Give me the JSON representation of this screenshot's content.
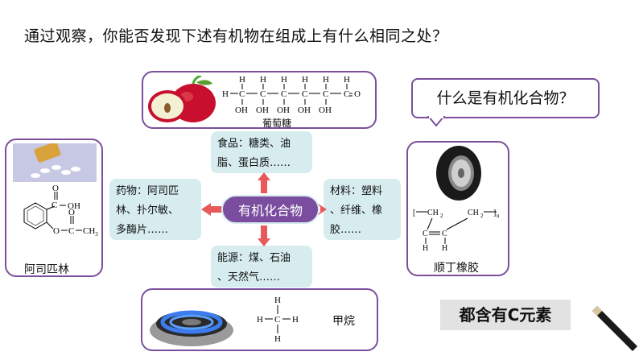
{
  "question": "通过观察，你能否发现下述有机物在组成上有什么相同之处？",
  "callout": "什么是有机化合物？",
  "center": "有机化合物",
  "answer": "都含有C元素",
  "glucose": {
    "caption": "葡萄糖"
  },
  "aspirin": {
    "caption": "阿司匹林"
  },
  "rubber": {
    "caption": "顺丁橡胶"
  },
  "methane": {
    "caption": "甲烷"
  },
  "boxes": {
    "food": [
      "食品：糖类、油",
      "脂、蛋白质……"
    ],
    "medicine": [
      "药物：阿司匹",
      "林、扑尔敏、",
      "多酶片……"
    ],
    "materials": [
      "材料：塑料",
      "、纤维、橡",
      "胶……"
    ],
    "energy": [
      "能源：煤、石油",
      "、天然气……"
    ]
  },
  "colors": {
    "arrow": "#e85a5a",
    "card_border": "#7b4f9c",
    "pill": "#7a4d9e",
    "box": "#d7ecef"
  },
  "icons": [
    "apple-image",
    "pills-image",
    "tire-image",
    "gas-flame-image",
    "pen-image"
  ]
}
